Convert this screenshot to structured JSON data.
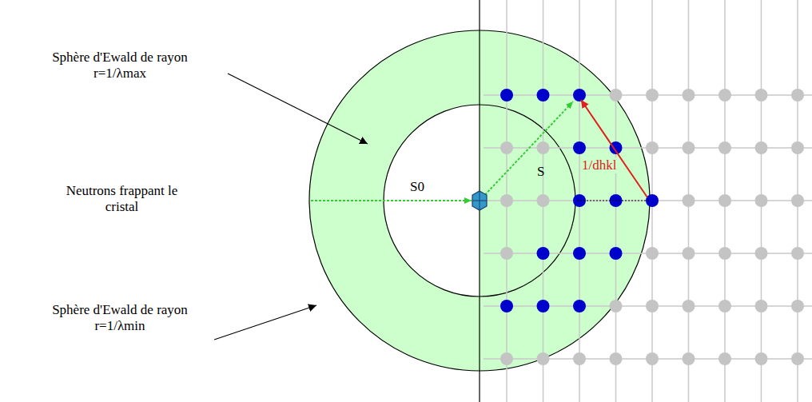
{
  "diagram": {
    "labels": [
      "Sphère d'Ewald de rayon r=1/λmax",
      "Neutrons frappant le cristal",
      "Sphère d'Ewald de rayon r=1/λmin",
      "S0",
      "S",
      "1/dhkl"
    ]
  }
}
